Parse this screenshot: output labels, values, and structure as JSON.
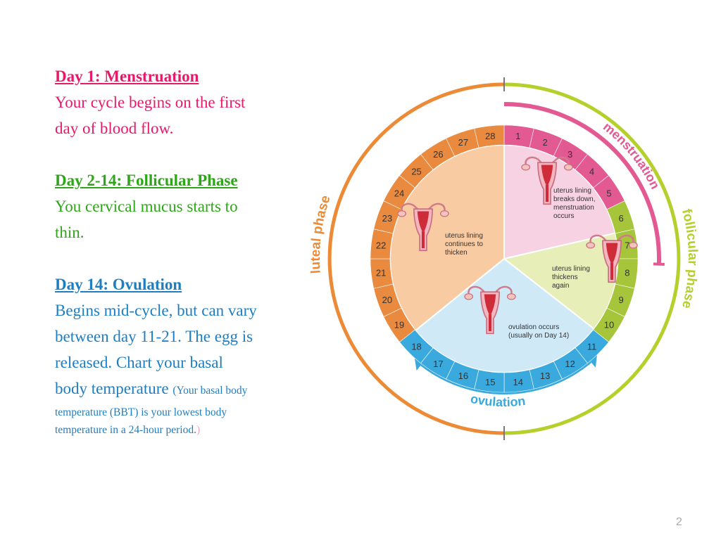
{
  "sections": {
    "menstruation": {
      "heading": "Day 1:  Menstruation",
      "lines": [
        "Your cycle begins on the first",
        "day of blood flow."
      ]
    },
    "follicular": {
      "heading": "Day 2-14:  Follicular Phase",
      "lines": [
        "You cervical mucus starts to",
        "thin."
      ]
    },
    "ovulation": {
      "heading": "Day 14:  Ovulation",
      "lines": [
        "Begins mid-cycle, but can vary",
        "between day 11-21.  The egg is",
        "released.  Chart your basal"
      ],
      "last_line_start": "body temperature ",
      "note_start": "(Your basal body",
      "note_lines": [
        "temperature (BBT) is your lowest body",
        "temperature in a 24-hour period."
      ],
      "note_end": ")"
    }
  },
  "diagram": {
    "days": [
      "1",
      "2",
      "3",
      "4",
      "5",
      "6",
      "7",
      "8",
      "9",
      "10",
      "11",
      "12",
      "13",
      "14",
      "15",
      "16",
      "17",
      "18",
      "19",
      "20",
      "21",
      "22",
      "23",
      "24",
      "25",
      "26",
      "27",
      "28"
    ],
    "arc_labels": {
      "menstruation": "menstruation",
      "follicular": "follicular phase",
      "ovulation": "ovulation",
      "luteal": "luteal phase"
    },
    "captions": {
      "menstruation": [
        "uterus lining",
        "breaks down,",
        "menstruation",
        "occurs"
      ],
      "thickens": [
        "uterus lining",
        "thickens",
        "again"
      ],
      "ovulation": [
        "ovulation occurs",
        "(usually on Day 14)"
      ],
      "luteal": [
        "uterus lining",
        "continues to",
        "thicken"
      ]
    },
    "colors": {
      "menstruation_ring": "#e35a93",
      "follicular_ring": "#a6c53a",
      "ovulation_ring": "#3aa9de",
      "luteal_ring": "#e98a3e",
      "menstruation_sector": "#f6d2e3",
      "follicular_sector": "#e7eeb8",
      "ovulation_sector": "#cfe9f7",
      "luteal_sector": "#f8cba3",
      "outer_luteal": "#ec8a35",
      "outer_follicular": "#b6cf2a"
    }
  },
  "page_number": "2"
}
